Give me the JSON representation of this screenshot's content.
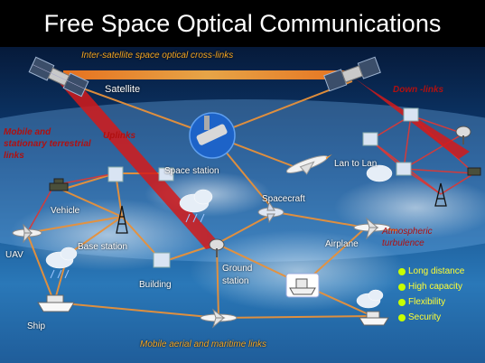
{
  "title": "Free Space Optical Communications",
  "labels": {
    "inter_satellite": "Inter-satellite space optical cross-links",
    "satellite": "Satellite",
    "down_links": "Down -links",
    "uplinks": "Uplinks",
    "mobile_stationary": "Mobile and stationary terrestrial links",
    "space_station": "Space station",
    "spacecraft": "Spacecraft",
    "lan_to_lan": "Lan to Lan",
    "vehicle": "Vehicle",
    "uav": "UAV",
    "base_station": "Base station",
    "building": "Building",
    "ground_station": "Ground station",
    "airplane": "Airplane",
    "atmospheric_turbulence": "Atmospheric turbulence",
    "ship": "Ship",
    "mobile_aerial": "Mobile aerial and maritime links"
  },
  "advantages": [
    "Long distance",
    "High capacity",
    "Flexibility",
    "Security"
  ],
  "colors": {
    "link": "#e8913a",
    "laser": "#d41a1a",
    "bullet_text": "#ffff33",
    "bullet_dot": "#c8ff00",
    "red_label": "#b01010",
    "orange_label": "#f5a623"
  }
}
